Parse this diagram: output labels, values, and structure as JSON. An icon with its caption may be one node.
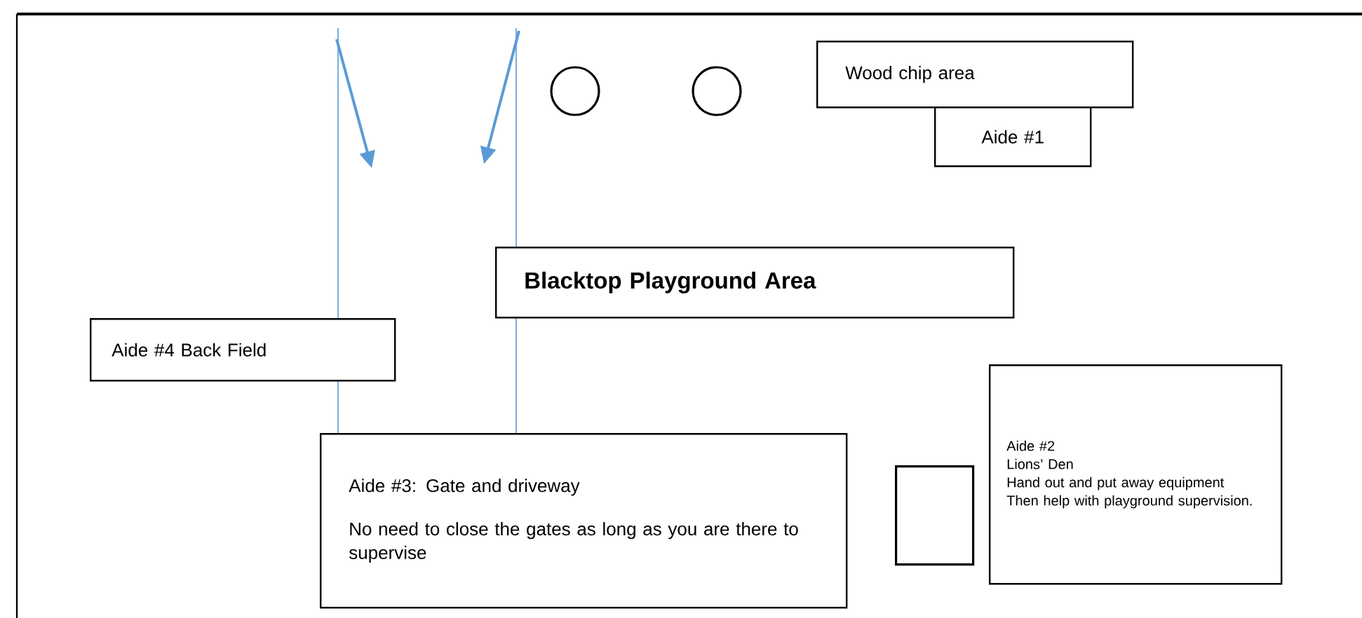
{
  "diagram": {
    "nodes": [
      {
        "text": [],
        "shape": "circle"
      },
      {
        "text": [],
        "shape": "circle"
      },
      {
        "text": [
          "Wood chip area"
        ]
      },
      {
        "text": [
          "Aide #1"
        ]
      },
      {
        "text": [
          "Blacktop Playground Area"
        ]
      },
      {
        "text": [
          "Aide #4 Back Field"
        ]
      },
      {
        "text": [
          "Aide #3: Gate and driveway",
          "No need to close the gates as long as you are there to supervise"
        ]
      },
      {
        "text": [],
        "shape": "box"
      },
      {
        "text": [
          "Aide #2",
          "Lions’ Den",
          "Hand out and put away equipment",
          "Then help with playground supervision."
        ]
      }
    ]
  }
}
